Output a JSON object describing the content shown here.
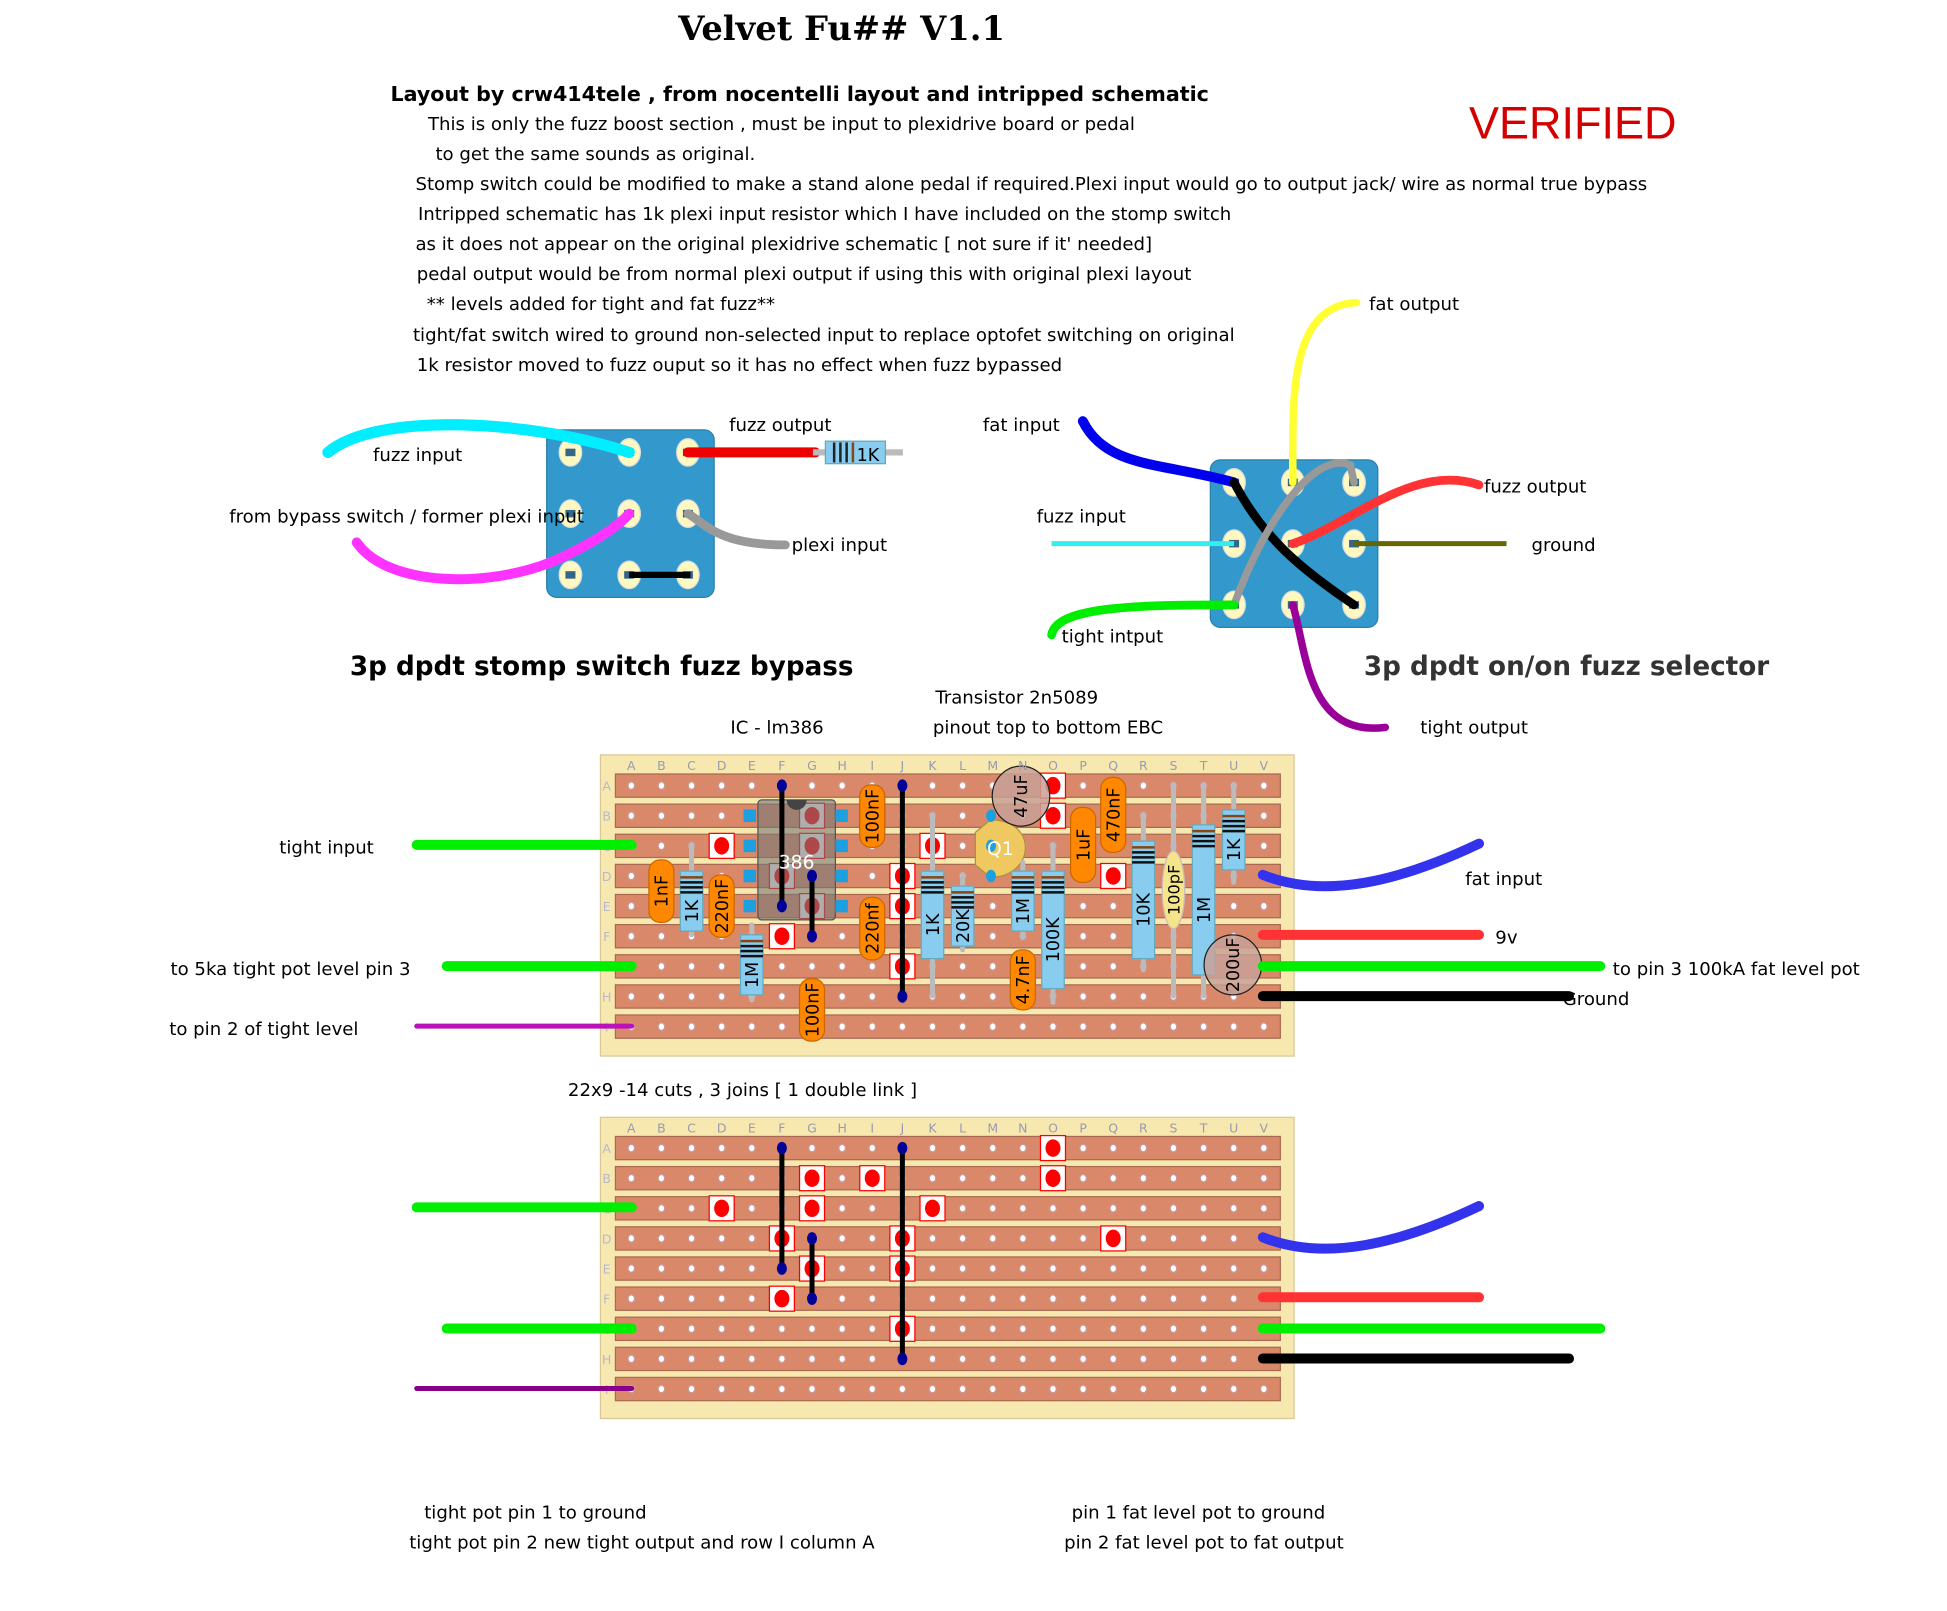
{
  "title": "Velvet Fu##  V1.1",
  "verified": "VERIFIED",
  "subtitle": "Layout by crw414tele , from nocentelli layout and intripped schematic",
  "notes": [
    "This is only the fuzz boost section , must be input to plexidrive board or pedal",
    "to get the same sounds as original.",
    "Stomp switch could be modified to make a stand alone pedal if required.Plexi input would go  to output jack/ wire as normal true bypass",
    "Intripped schematic has 1k plexi input resistor which I have included on the stomp switch",
    "as it does not appear on the original plexidrive schematic [ not sure if it' needed]",
    "pedal output would be from normal plexi output if using this with original plexi layout",
    "** levels added for tight and fat fuzz**",
    "tight/fat switch wired to ground non-selected input to replace optofet switching on original",
    "1k resistor moved to fuzz ouput so it has no effect when fuzz bypassed"
  ],
  "stomp_switch": {
    "heading": "3p dpdt stomp switch fuzz bypass",
    "labels": {
      "fuzz_input": "fuzz input",
      "fuzz_output": "fuzz output",
      "from_bypass": "from bypass switch / former plexi input",
      "plexi_input": "plexi input",
      "resistor": "1K"
    }
  },
  "selector_switch": {
    "heading": "3p dpdt on/on fuzz selector",
    "labels": {
      "fat_output": "fat output",
      "fat_input": "fat input",
      "fuzz_input": "fuzz input",
      "fuzz_output": "fuzz output",
      "ground": "ground",
      "tight_input": "tight intput",
      "tight_output": "tight output"
    }
  },
  "annotations": {
    "transistor": "Transistor 2n5089",
    "pinout": "pinout top to bottom EBC",
    "ic": "IC - lm386",
    "board_summary": "22x9 -14 cuts , 3 joins [ 1 double link ]"
  },
  "board": {
    "columns": [
      "A",
      "B",
      "C",
      "D",
      "E",
      "F",
      "G",
      "H",
      "I",
      "J",
      "K",
      "L",
      "M",
      "N",
      "O",
      "P",
      "Q",
      "R",
      "S",
      "T",
      "U",
      "V"
    ],
    "rows": [
      "A",
      "B",
      "C",
      "D",
      "E",
      "F",
      "G",
      "H",
      "I"
    ],
    "cuts": [
      [
        "O",
        "A"
      ],
      [
        "G",
        "B"
      ],
      [
        "I",
        "B"
      ],
      [
        "O",
        "B"
      ],
      [
        "D",
        "C"
      ],
      [
        "G",
        "C"
      ],
      [
        "K",
        "C"
      ],
      [
        "F",
        "D"
      ],
      [
        "J",
        "D"
      ],
      [
        "Q",
        "D"
      ],
      [
        "G",
        "E"
      ],
      [
        "J",
        "E"
      ],
      [
        "F",
        "F"
      ],
      [
        "J",
        "G"
      ]
    ],
    "links": [
      [
        "F",
        "A",
        "E"
      ],
      [
        "G",
        "D",
        "F"
      ],
      [
        "J",
        "A",
        "H"
      ]
    ],
    "ic_label": "386",
    "transistor_label": "Q1",
    "capacitors": [
      "1nF",
      "220nF",
      "100nF",
      "220nf",
      "100nF",
      "4.7nF",
      "1uF",
      "470nF"
    ],
    "ceramic": "100pF",
    "resistors": [
      "1K",
      "1M",
      "1K",
      "20K",
      "1M",
      "100K",
      "10K",
      "1M",
      "1K"
    ],
    "electrolytics": [
      "47uF",
      "200uF"
    ],
    "left_labels": {
      "tight_input": "tight input",
      "tight_pot": "to 5ka tight pot level  pin 3",
      "tight_pin2": "to pin 2 of tight level"
    },
    "right_labels": {
      "fat_input": "fat input",
      "power": "9v",
      "fat_pot": "to pin 3 100kA fat level  pot",
      "ground": "Ground"
    }
  },
  "footer": {
    "left": [
      "tight pot pin 1 to ground",
      "tight pot pin 2 new  tight output and row I column A"
    ],
    "right": [
      "pin 1 fat level pot to ground",
      "pin 2 fat level pot to fat output"
    ]
  },
  "colors": {
    "strip": "#d9896a",
    "board": "#f7e8b0",
    "cut": "#ff0000",
    "switch": "#3399cc",
    "capacitor": "#ff8800",
    "resistor": "#88ccf0",
    "verified": "#d40000"
  }
}
